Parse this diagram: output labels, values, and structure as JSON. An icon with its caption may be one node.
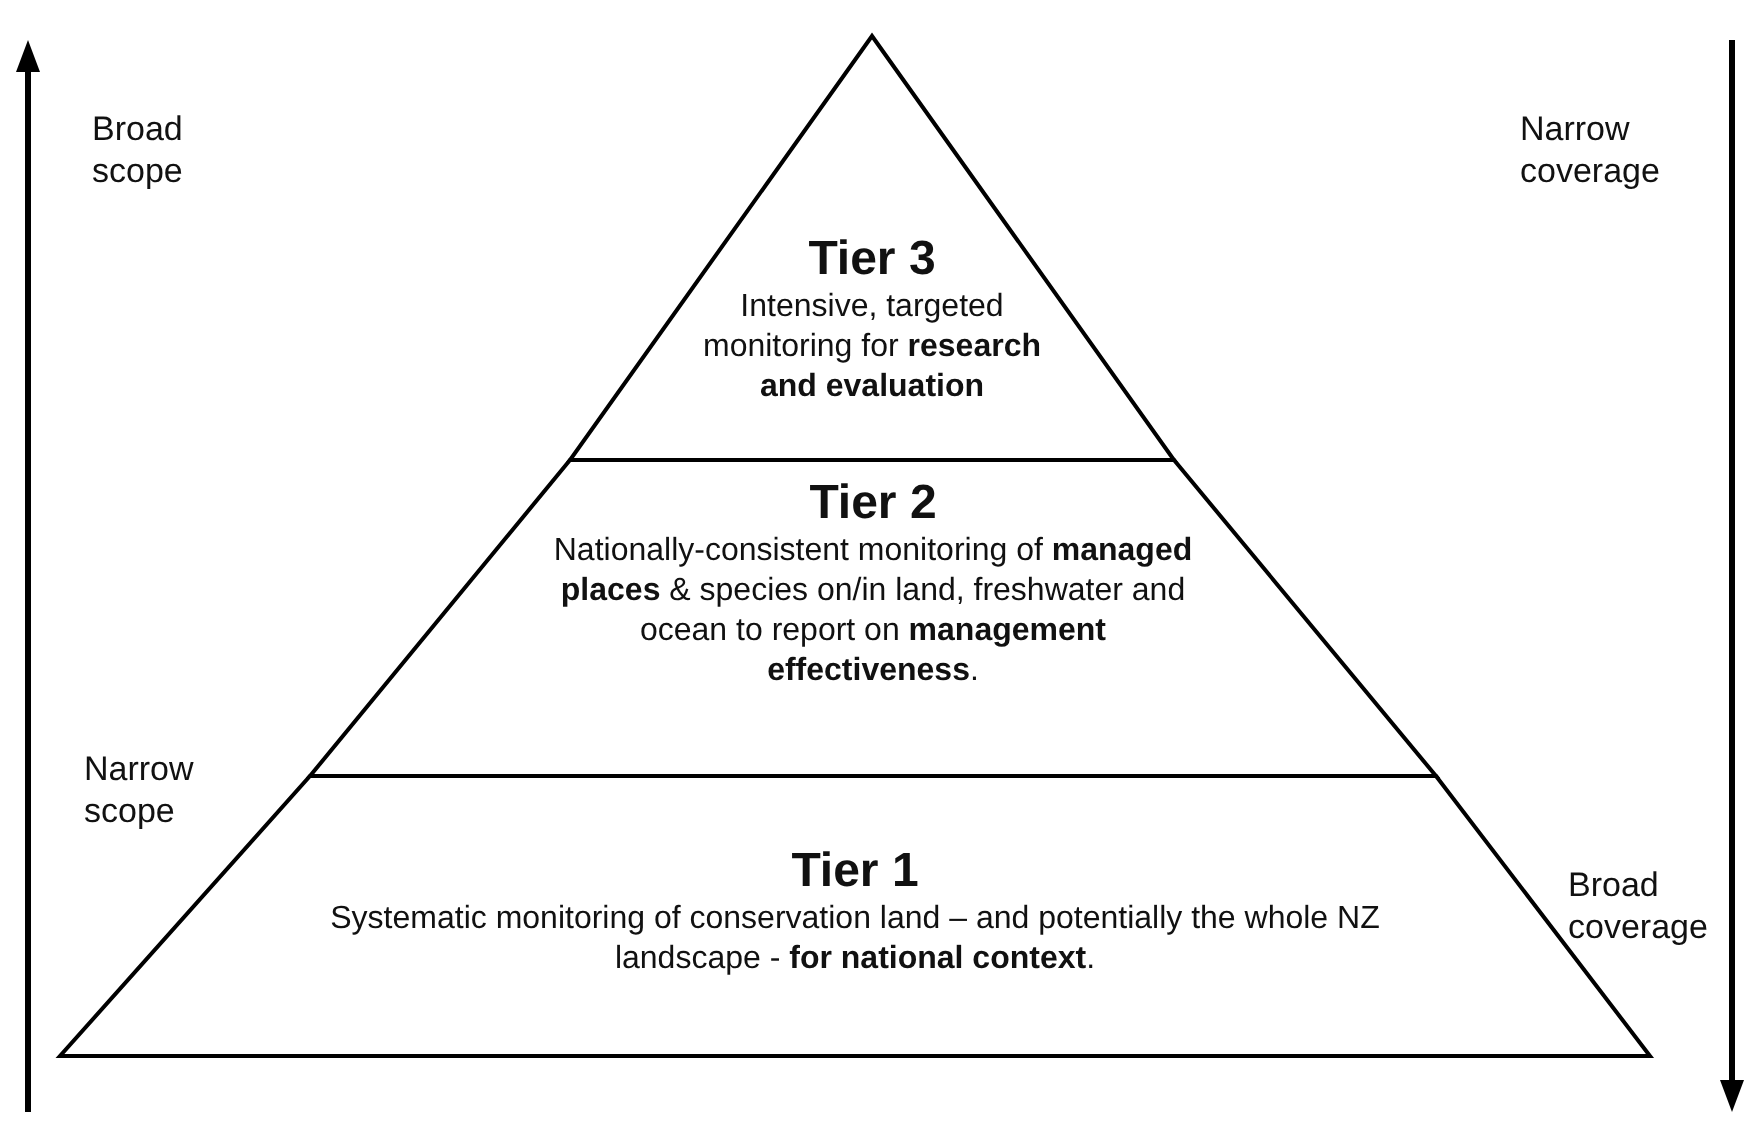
{
  "diagram": {
    "nodes": [
      {
        "text": [
          "Tier 3",
          "Intensive, targeted monitoring for **research and evaluation**"
        ]
      },
      {
        "text": [
          "Tier 2",
          "Nationally-consistent monitoring of **managed places** & species on/in land, freshwater and ocean to report on **management effectiveness**."
        ]
      },
      {
        "text": [
          "Tier 1",
          "Systematic monitoring of conservation land – and potentially the whole NZ landscape - **for national context**."
        ]
      }
    ],
    "labels": [
      "Broad scope",
      "Narrow coverage",
      "Narrow scope",
      "Broad coverage"
    ]
  }
}
